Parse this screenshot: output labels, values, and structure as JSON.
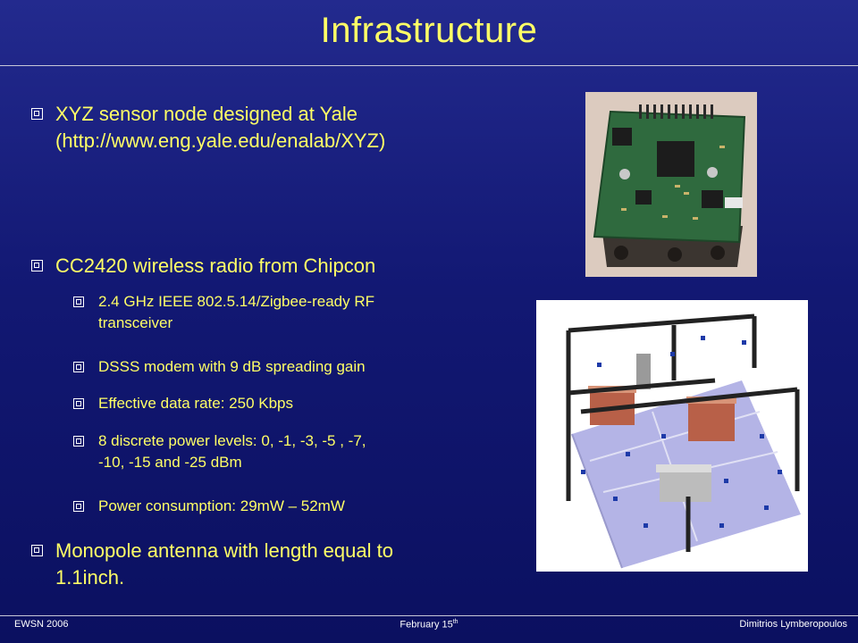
{
  "title": "Infrastructure",
  "bullets": {
    "xyz_line1": "XYZ sensor node designed at Yale",
    "xyz_line2": "(http://www.eng.yale.edu/enalab/XYZ)",
    "cc2420": "CC2420 wireless radio from Chipcon",
    "sub1_line1": "2.4 GHz IEEE 802.5.14/Zigbee-ready RF",
    "sub1_line2": "transceiver",
    "sub2": "DSSS modem with 9 dB spreading gain",
    "sub3": "Effective data rate: 250 Kbps",
    "sub4_line1": "8 discrete power levels: 0, -1, -3, -5 , -7,",
    "sub4_line2": "-10, -15 and -25 dBm",
    "sub5": "Power consumption: 29mW – 52mW",
    "antenna_line1": "Monopole antenna with length equal to",
    "antenna_line2": "1.1inch."
  },
  "footer": {
    "left": "EWSN 2006",
    "center": "February 15",
    "center_sup": "th",
    "right": "Dimitrios Lymberopoulos"
  },
  "colors": {
    "title_text": "#ffff66",
    "background": "#121873",
    "footer_text": "#ffffff"
  }
}
